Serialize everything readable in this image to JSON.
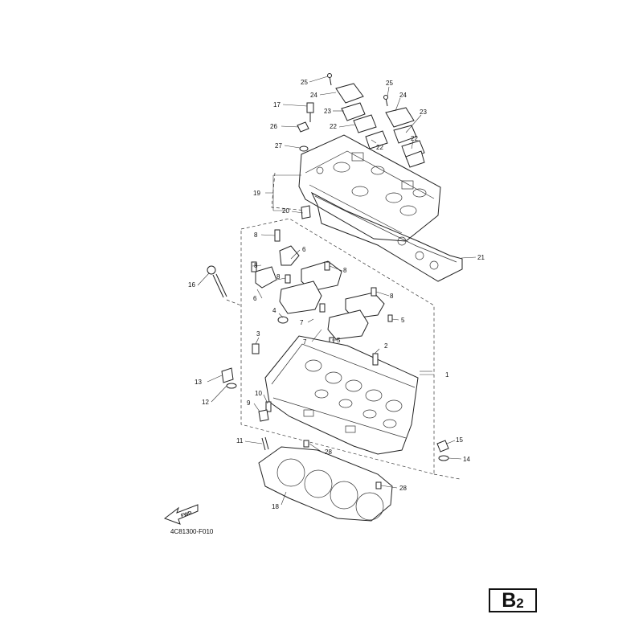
{
  "diagram": {
    "drawing_code": "4C81300-F010",
    "fwd_label": "FWD",
    "page_badge": {
      "letter": "B",
      "number": "2"
    },
    "callouts": [
      "25",
      "24",
      "25",
      "24",
      "17",
      "23",
      "23",
      "22",
      "26",
      "22",
      "22",
      "27",
      "19",
      "20",
      "21",
      "8",
      "6",
      "8",
      "16",
      "8",
      "8",
      "6",
      "8",
      "4",
      "7",
      "5",
      "7",
      "3",
      "5",
      "2",
      "1",
      "13",
      "12",
      "10",
      "9",
      "15",
      "11",
      "28",
      "14",
      "28",
      "18"
    ]
  }
}
